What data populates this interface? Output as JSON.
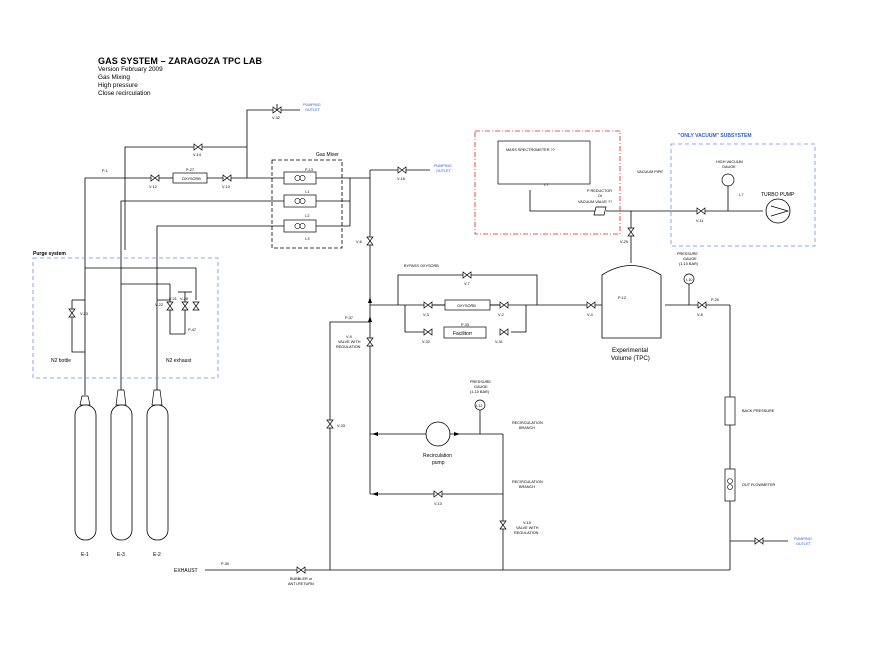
{
  "title": {
    "main": "GAS SYSTEM – ZARAGOZA TPC LAB",
    "lines": [
      "Version February 2009",
      "Gas Mixing",
      "High pressure",
      "Close recirculation"
    ]
  },
  "colors": {
    "line": "#000000",
    "subsystem_border": "#6f8fe8",
    "subsystem_title": "#2a5bd7",
    "mass_spec_border": "#e2231a",
    "outlet_text": "#2a5bd7"
  },
  "groups": {
    "purge": "Purge system",
    "gas_mixer": "Gas Mixer",
    "vacuum": "\"ONLY VACUUM\" SUBSYSTEM"
  },
  "labels": {
    "v32": "V-32",
    "pumping_outlet_1a": "PUMPING",
    "pumping_outlet_1b": "OUTLET",
    "v14": "V-14",
    "p1": "P-1",
    "v12": "V-12",
    "p27": "P-27",
    "oxysorb_1": "OXYSORB",
    "v13": "V-13",
    "p13": "P-13",
    "i1": "I-1",
    "i2": "I-2",
    "i3": "I-3",
    "v16": "V-16",
    "pumping_outlet_2a": "PUMPING",
    "pumping_outlet_2b": "OUTLET",
    "v6": "V-6",
    "mass_spec": "MASS SPECTROMETER ??",
    "i7": "I-7",
    "p_reductor_1": "P REDUCTOR",
    "p_reductor_2": "Or",
    "p_reductor_3": "VACUUM VALVE ??",
    "v29": "V-29",
    "vacuum_pipe": "VACUUM PIPE",
    "high_vacuum_1": "HIGH VACUUM",
    "high_vacuum_2": "GAUGE",
    "i7b": "I-7",
    "v11": "V-11",
    "turbo_pump": "TURBO PUMP",
    "v23": "V-23",
    "v22": "V-22",
    "v21": "V-21",
    "v28": "V-28",
    "p47": "P-47",
    "n2_bottle": "N2 bottle",
    "n2_exhaust": "N2 exhaust",
    "bypass": "BYPASS OXYSORB",
    "v7": "V-7",
    "oxysorb_2": "OXYSORB",
    "v3": "V-3",
    "v2": "V-2",
    "p37_top": "P-37",
    "p33": "P-33",
    "facilitor": "Facilitorr",
    "v32b": "V-32",
    "v31": "V-31",
    "v4": "V-4",
    "p12": "P-12",
    "experimental_1": "Experimental",
    "experimental_2": "Volume (TPC)",
    "pg1_1": "PRESSURE",
    "pg1_2": "GAUGE",
    "pg1_3": "(1-10 BAR)",
    "i10": "I-10",
    "p20": "P-20",
    "v8": "V-8",
    "v9_1": "V-9",
    "v9_2": "VALVE WITH",
    "v9_3": "REGULATION",
    "p37": "P-37",
    "pg2_1": "PRESSURE",
    "pg2_2": "GAUGE",
    "pg2_3": "(1-10 BAR)",
    "i12": "I-12",
    "recirc_branch_1a": "RECIRCULATION",
    "recirc_branch_1b": "BRANCH",
    "recirc_pump_1": "Recirculation",
    "recirc_pump_2": "pump",
    "v33": "V-33",
    "recirc_branch_2a": "RECIRCULATION",
    "recirc_branch_2b": "BRANCH",
    "v10": "V-10",
    "v15_1": "V-15",
    "v15_2": "VALVE WITH",
    "v15_3": "REGULATION",
    "back_pressure": "BACK PRESSURE",
    "out_flowmeter": "OUT FLOWMETER",
    "pumping_outlet_3a": "PUMPING",
    "pumping_outlet_3b": "OUTLET",
    "p30": "P-30",
    "exhaust": "EXHAUST",
    "bubbler_1": "BUBBLER or",
    "bubbler_2": "ANTI-RETURN",
    "e1": "E-1",
    "e3": "E-3",
    "e2": "E-2"
  }
}
